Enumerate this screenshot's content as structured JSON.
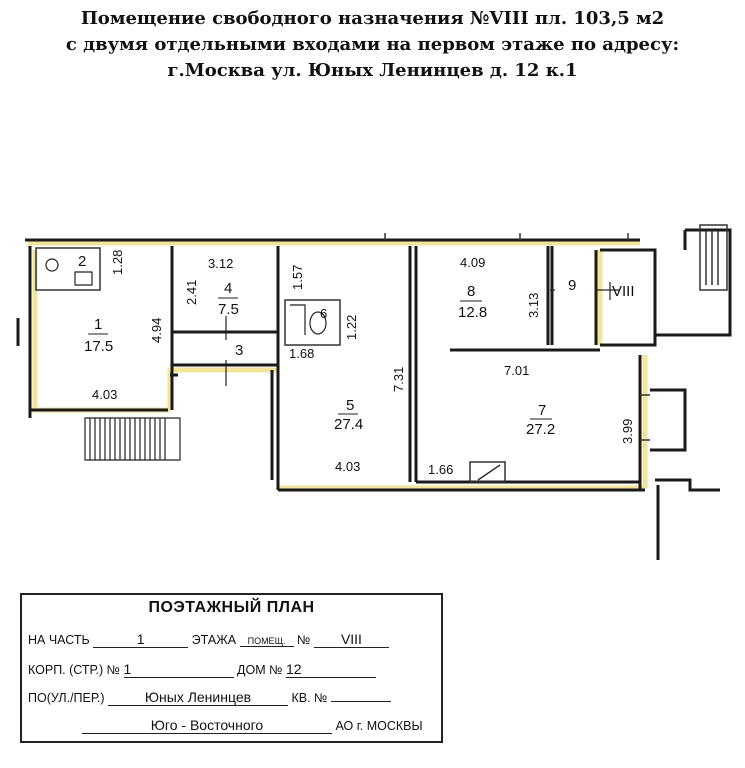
{
  "header": {
    "line1": "Помещение  свободного назначения №VIII  пл. 103,5 м2",
    "line2": "с двумя отдельными входами на первом этаже по адресу:",
    "line3": "г.Москва ул. Юных Ленинцев д. 12 к.1"
  },
  "plan": {
    "room1": {
      "num": "1",
      "area": "17.5",
      "dim_w": "4.03",
      "dim_h": "4.94"
    },
    "room2": {
      "num": "2",
      "dim": "1.28"
    },
    "room3": {
      "num": "3"
    },
    "room4": {
      "num": "4",
      "area": "7.5",
      "dim_w": "3.12",
      "dim_h": "2.41"
    },
    "room5": {
      "num": "5",
      "area": "27.4",
      "dim_w": "4.03",
      "dim_h": "7.31",
      "dim_top": "1.57"
    },
    "room6": {
      "num": "6",
      "dim_w": "1.68",
      "dim_h": "1.22"
    },
    "room7": {
      "num": "7",
      "area": "27.2",
      "dim_w": "7.01",
      "dim_h": "3.99",
      "dim_small": "1.66"
    },
    "room8": {
      "num": "8",
      "area": "12.8",
      "dim_w": "4.09",
      "dim_h": "3.13"
    },
    "room9": {
      "num": "9"
    },
    "unit_label": "VIII"
  },
  "stamp": {
    "title": "ПОЭТАЖНЫЙ ПЛАН",
    "r1_label": "НА ЧАСТЬ",
    "r1_floor": "1",
    "r1_floor_label": "ЭТАЖА",
    "r1_premises": "ПОМЕЩ.",
    "r1_no": "№",
    "r1_unit": "VIII",
    "r2_label": "КОРП. (СТР.) №",
    "r2_corp": "1",
    "r2_house_label": "ДОМ №",
    "r2_house": "12",
    "r3_label": "ПО(УЛ./ПЕР.)",
    "r3_street": "Юных Ленинцев",
    "r3_apt_label": "КВ. №",
    "r4_district": "Юго - Восточного",
    "r4_suffix": "АО г. МОСКВЫ"
  }
}
